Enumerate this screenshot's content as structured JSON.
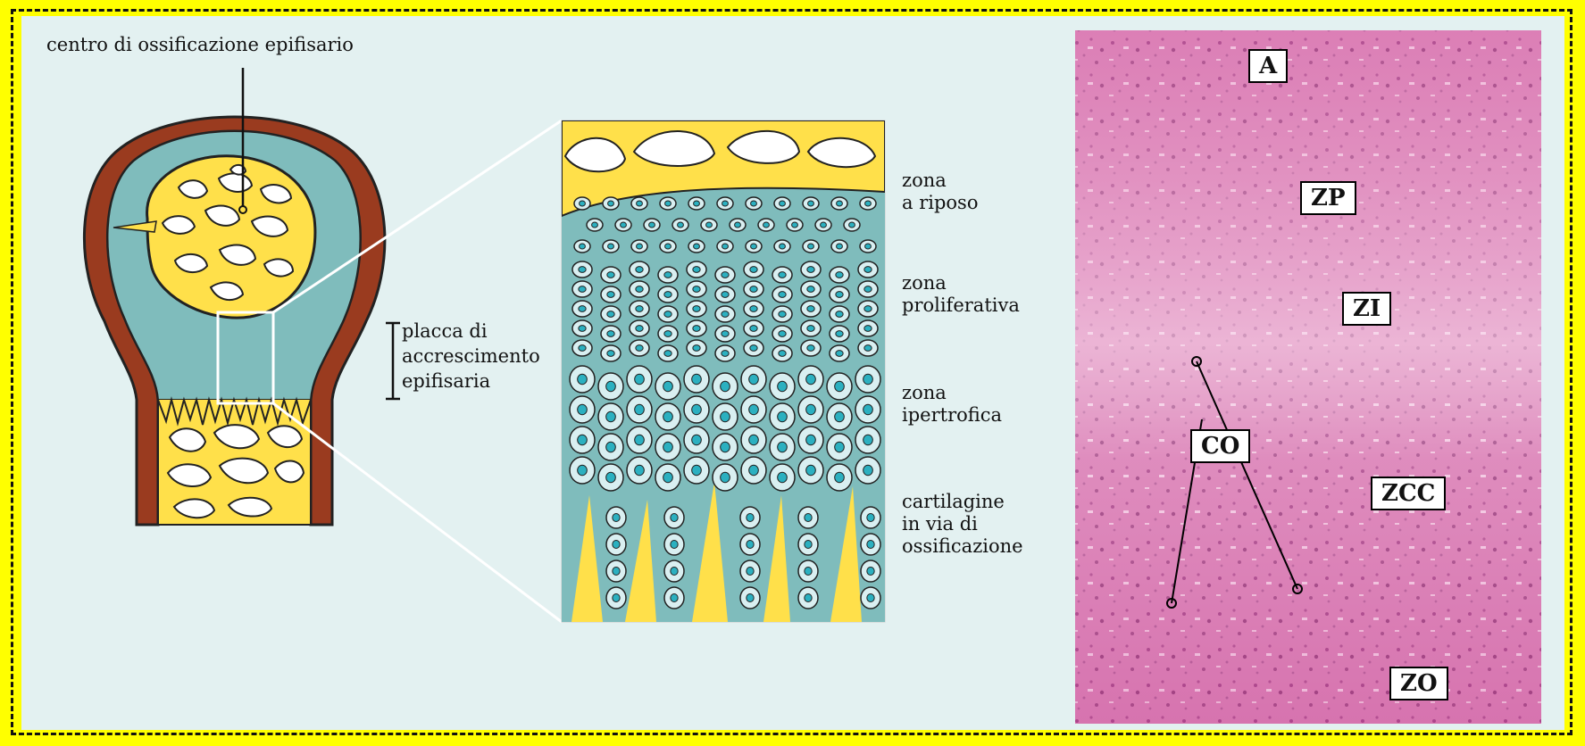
{
  "labels": {
    "ossification_center": "centro di ossificazione epifisario",
    "growth_plate": [
      "placca di",
      "accrescimento",
      "epifisaria"
    ]
  },
  "zones": [
    {
      "line1": "zona",
      "line2": "a riposo"
    },
    {
      "line1": "zona",
      "line2": "proliferativa"
    },
    {
      "line1": "zona",
      "line2": "ipertrofica"
    },
    {
      "line1": "cartilagine",
      "line2": "in via di",
      "line3": "ossificazione"
    }
  ],
  "micrograph_tags": {
    "a": "A",
    "zp": "ZP",
    "zi": "ZI",
    "co": "CO",
    "zcc": "ZCC",
    "zo": "ZO"
  },
  "colors": {
    "frame": "#ffff00",
    "background": "#e3f1f1",
    "bone_wall": "#9a3b1f",
    "cartilage": "#7fbcbc",
    "trabecular_bone": "#ffe04a",
    "cell_nucleus": "#2bb0c0",
    "histology_tissue": "#d671ad"
  }
}
